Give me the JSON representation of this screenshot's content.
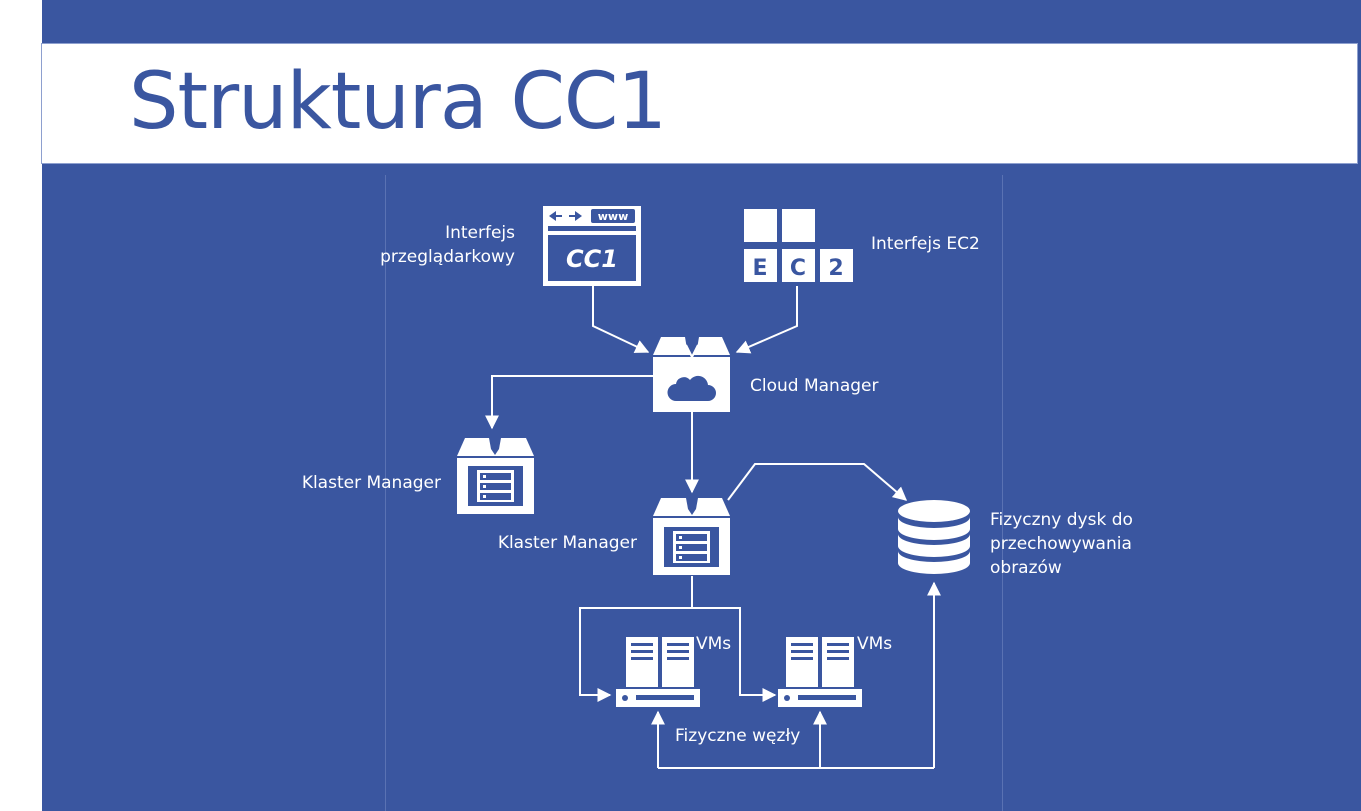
{
  "title": "Struktura CC1",
  "nodes": {
    "browser_interface": {
      "label_line1": "Interfejs",
      "label_line2": "przeglądarkowy",
      "icon_url_text": "www",
      "icon_logo_text": "CC1"
    },
    "ec2_interface": {
      "label": "Interfejs EC2",
      "tile_letters": [
        "E",
        "C",
        "2"
      ]
    },
    "cloud_manager": {
      "label": "Cloud Manager"
    },
    "cluster_manager_left": {
      "label": "Klaster Manager"
    },
    "cluster_manager_center": {
      "label": "Klaster Manager"
    },
    "storage_disk": {
      "label_line1": "Fizyczny dysk do",
      "label_line2": "przechowywania",
      "label_line3": "obrazów"
    },
    "vms_left": {
      "label": "VMs"
    },
    "vms_right": {
      "label": "VMs"
    },
    "physical_nodes": {
      "label": "Fizyczne węzły"
    }
  },
  "colors": {
    "background": "#3a56a0",
    "title_band": "#ffffff",
    "title_text": "#3a56a0",
    "foreground": "#ffffff"
  },
  "icons": [
    "browser-window-icon",
    "ec2-tiles-icon",
    "cloud-box-icon",
    "server-box-icon",
    "database-icon",
    "server-towers-icon"
  ]
}
